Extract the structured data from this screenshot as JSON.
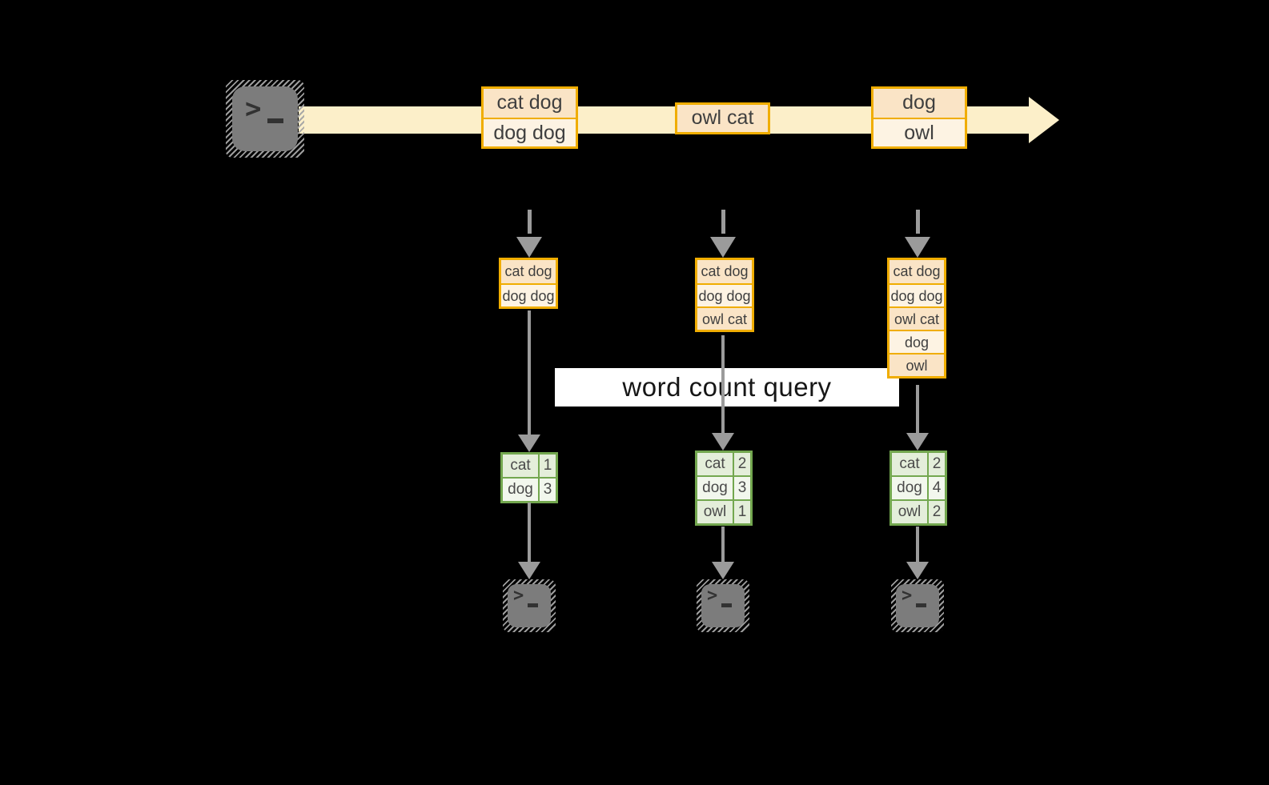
{
  "banner": {
    "label": "word count query"
  },
  "icons": {
    "terminal_prompt": ">"
  },
  "stream": {
    "events": [
      {
        "lines": [
          "cat dog",
          "dog dog"
        ]
      },
      {
        "lines": [
          "owl cat"
        ]
      },
      {
        "lines": [
          "dog",
          "owl"
        ]
      }
    ]
  },
  "snapshots": [
    {
      "items": [
        "cat dog",
        "dog dog"
      ]
    },
    {
      "items": [
        "cat dog",
        "dog dog",
        "owl cat"
      ]
    },
    {
      "items": [
        "cat dog",
        "dog dog",
        "owl cat",
        "dog",
        "owl"
      ]
    }
  ],
  "results": [
    {
      "rows": [
        {
          "word": "cat",
          "count": "1"
        },
        {
          "word": "dog",
          "count": "3"
        }
      ]
    },
    {
      "rows": [
        {
          "word": "cat",
          "count": "2"
        },
        {
          "word": "dog",
          "count": "3"
        },
        {
          "word": "owl",
          "count": "1"
        }
      ]
    },
    {
      "rows": [
        {
          "word": "cat",
          "count": "2"
        },
        {
          "word": "dog",
          "count": "4"
        },
        {
          "word": "owl",
          "count": "2"
        }
      ]
    }
  ],
  "colors": {
    "bg": "#000000",
    "band_fill": "#fcefc9",
    "orange_border": "#f0ad00",
    "peach_fill": "#fae4c6",
    "cream_fill": "#fdf3e3",
    "green_border": "#73a74f",
    "green_fill": "#e4eeda",
    "green_fill_light": "#f2f7ed",
    "arrow_gray": "#9b9b9b",
    "terminal_gray": "#7c7c7c",
    "banner_bg": "#ffffff",
    "banner_text": "#161616",
    "cell_text": "#3f3f3f",
    "table_text": "#4a4a4a"
  }
}
